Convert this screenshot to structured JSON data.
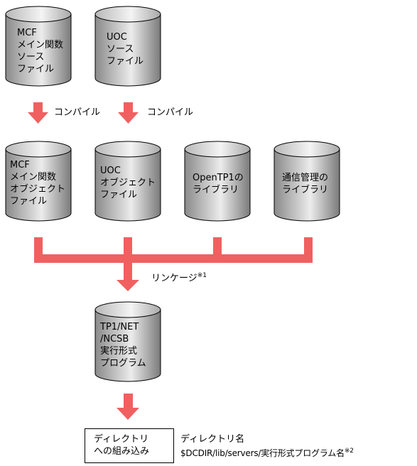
{
  "colors": {
    "arrow": "#f06060",
    "cylinder_dark": "#777777",
    "cylinder_light": "#e9e9e9"
  },
  "cylinders": {
    "mcf_source": [
      "MCF",
      "メイン関数",
      "ソース",
      "ファイル"
    ],
    "uoc_source": [
      "UOC",
      "ソース",
      "ファイル"
    ],
    "mcf_object": [
      "MCF",
      "メイン関数",
      "オブジェクト",
      "ファイル"
    ],
    "uoc_object": [
      "UOC",
      "オブジェクト",
      "ファイル"
    ],
    "opentp1_lib": [
      "OpenTP1の",
      "ライブラリ"
    ],
    "comm_lib": [
      "通信管理の",
      "ライブラリ"
    ],
    "executable": [
      "TP1/NET",
      "/NCSB",
      "実行形式",
      "プログラム"
    ]
  },
  "labels": {
    "compile_1": "コンパイル",
    "compile_2": "コンパイル",
    "linkage": "リンケージ",
    "linkage_note": "※1",
    "install_line1": "ディレクトリ",
    "install_line2": "への組み込み",
    "dir_name": "ディレクトリ名",
    "dir_path": "$DCDIR/lib/servers/実行形式プログラム名",
    "dir_path_note": "※2"
  }
}
